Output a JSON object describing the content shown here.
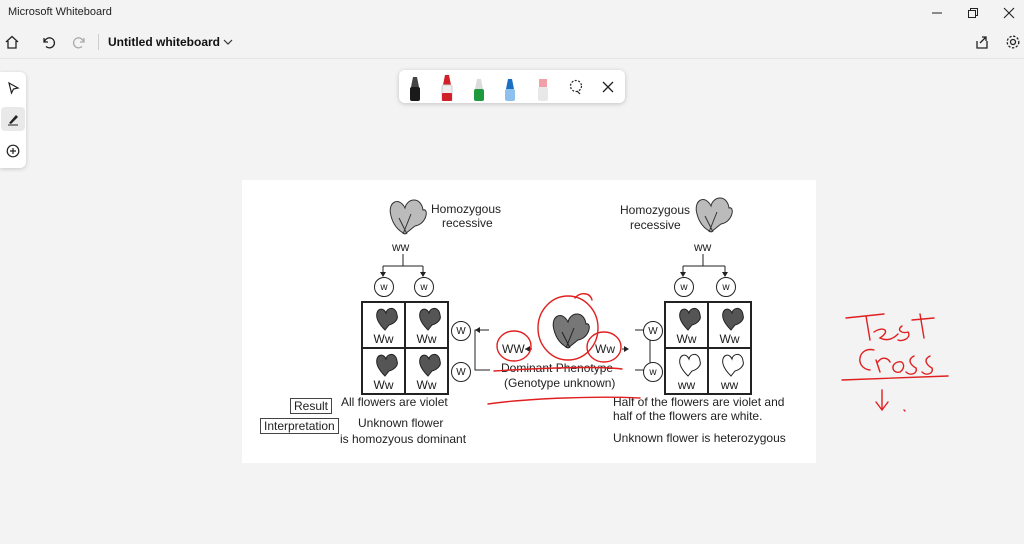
{
  "window": {
    "app_title": "Microsoft Whiteboard"
  },
  "toolbar": {
    "doc_title": "Untitled whiteboard"
  },
  "icons": {
    "home": "home-icon",
    "undo": "undo-icon",
    "redo": "redo-icon",
    "chevron": "chevron-down-icon",
    "share": "share-icon",
    "settings": "gear-icon",
    "select": "select-arrow-icon",
    "inking": "inking-pen-icon",
    "add": "add-icon",
    "lasso": "lasso-icon",
    "close": "close-icon"
  },
  "pens": [
    {
      "name": "black",
      "color": "#1a1a1a"
    },
    {
      "name": "red",
      "color": "#d0202a"
    },
    {
      "name": "green",
      "color": "#1e9a3e"
    },
    {
      "name": "blue",
      "color": "#1a6fc4"
    },
    {
      "name": "highlighter",
      "color": "#f2a0a8"
    }
  ],
  "diagram": {
    "left_parent_label_1": "Homozygous",
    "left_parent_label_2": "recessive",
    "left_parent_genotype": "ww",
    "right_parent_label_1": "Homozygous",
    "right_parent_label_2": "recessive",
    "right_parent_genotype": "ww",
    "gamete": "w",
    "left_grid": [
      "Ww",
      "Ww",
      "Ww",
      "Ww"
    ],
    "right_grid": [
      "Ww",
      "Ww",
      "ww",
      "ww"
    ],
    "left_side_gametes": [
      "W",
      "W"
    ],
    "right_side_gametes": [
      "W",
      "w"
    ],
    "center_left_genotype": "WW",
    "center_right_genotype": "Ww",
    "center_label_1": "Dominant Phenotype",
    "center_label_2": "(Genotype unknown)",
    "result_label": "Result",
    "interpretation_label": "Interpretation",
    "left_result": "All flowers are violet",
    "left_interpretation_1": "Unknown flower",
    "left_interpretation_2": "is homozyous dominant",
    "right_result_1": "Half of the flowers are violet and",
    "right_result_2": "half of the flowers are white.",
    "right_interpretation": "Unknown flower is heterozygous"
  },
  "annotation": {
    "ink_color": "#e02020"
  }
}
